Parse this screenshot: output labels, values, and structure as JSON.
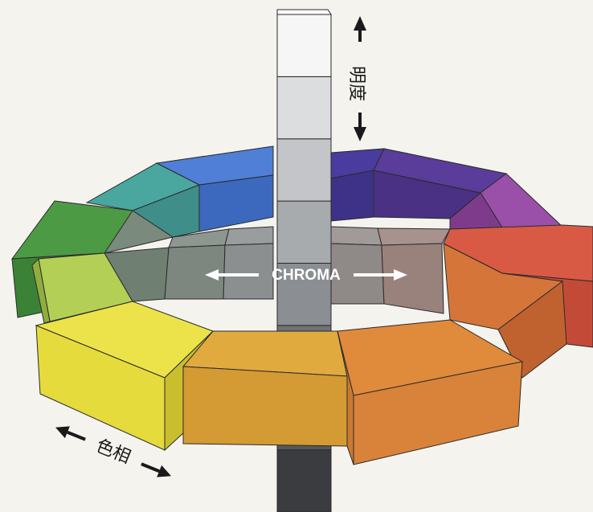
{
  "labels": {
    "value": "明度",
    "chroma": "CHROMA",
    "hue": "色相"
  },
  "colors": {
    "background": "#f4f3ee",
    "edge": "#2b2b2b",
    "value_scale": [
      "#3a3c3f",
      "#55585c",
      "#6f7276",
      "#8b8e92",
      "#a8abae",
      "#c3c5c8",
      "#dcdddf",
      "#f6f6f6"
    ],
    "hue_blocks": [
      "#e6de3a",
      "#d9a43a",
      "#d98c3a",
      "#d46b34",
      "#d75848",
      "#8e3a8c",
      "#4a3a97",
      "#3f6cc4",
      "#3f9a7c",
      "#3f8a3c",
      "#a8c948"
    ]
  }
}
